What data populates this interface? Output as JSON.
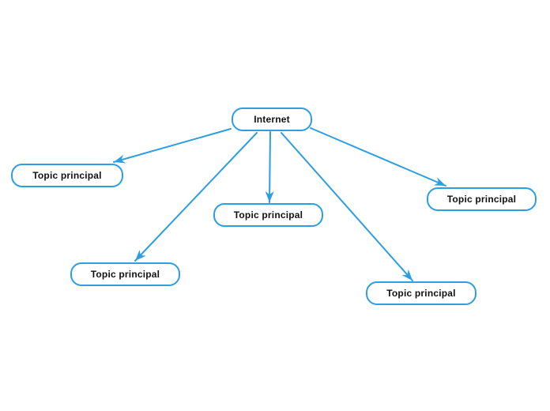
{
  "diagram": {
    "type": "mindmap",
    "root": {
      "label": "Internet"
    },
    "children": [
      {
        "label": "Topic principal"
      },
      {
        "label": "Topic principal"
      },
      {
        "label": "Topic principal"
      },
      {
        "label": "Topic principal"
      },
      {
        "label": "Topic principal"
      }
    ]
  },
  "colors": {
    "accent": "#2D9EE3",
    "node_fill": "#FFFFFF",
    "label_text": "#111111",
    "canvas_background": "#FFFFFF"
  }
}
